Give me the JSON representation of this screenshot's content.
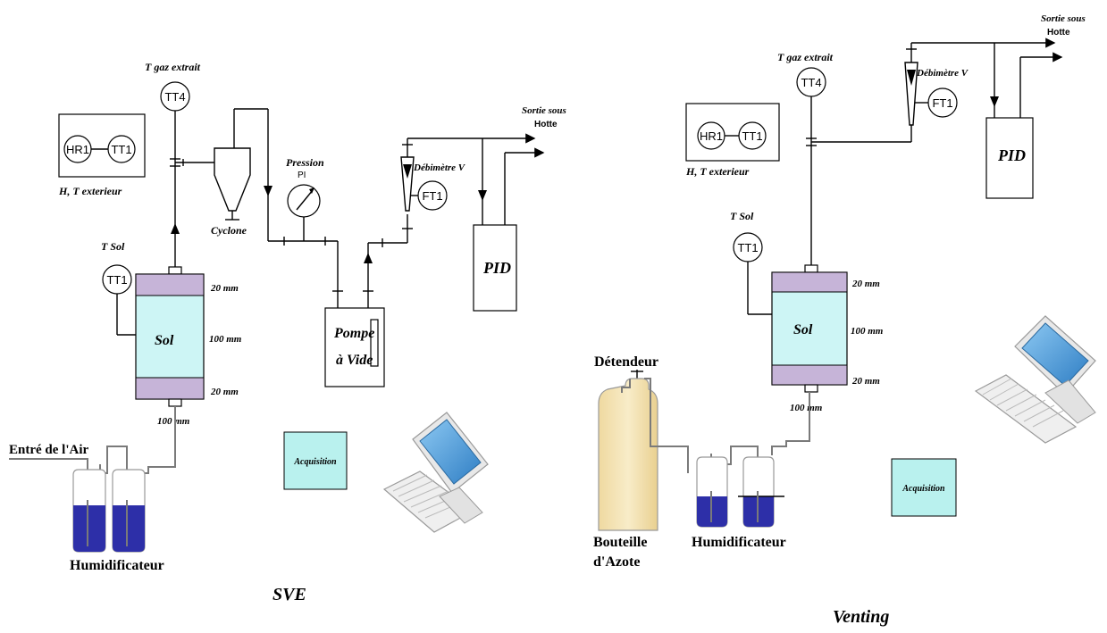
{
  "sve": {
    "caption": "SVE",
    "t_gaz_extrait": "T gaz extrait",
    "tt4": "TT4",
    "hr1": "HR1",
    "tt1": "TT1",
    "h_t_exterieur": "H, T exterieur",
    "cyclone": "Cyclone",
    "pression": "Pression",
    "pi": "PI",
    "debitmetre": "Débimètre V",
    "ft1": "FT1",
    "sortie_sous": "Sortie sous",
    "hotte": "Hotte",
    "pid": "PID",
    "t_sol": "T Sol",
    "tt1_sol": "TT1",
    "sol": "Sol",
    "dim_top": "20 mm",
    "dim_mid": "100 mm",
    "dim_bot": "20 mm",
    "dim_base": "100 mm",
    "pompe": "Pompe",
    "a_vide": "à Vide",
    "entree_air": "Entré de l'Air",
    "acquisition": "Acquisition",
    "humidificateur": "Humidificateur"
  },
  "venting": {
    "caption": "Venting",
    "sortie_sous": "Sortie sous",
    "hotte": "Hotte",
    "t_gaz_extrait": "T gaz extrait",
    "tt4": "TT4",
    "debitmetre": "Débimètre V",
    "ft1": "FT1",
    "hr1": "HR1",
    "tt1": "TT1",
    "h_t_exterieur": "H, T exterieur",
    "pid": "PID",
    "t_sol": "T Sol",
    "tt1_sol": "TT1",
    "sol": "Sol",
    "dim_top": "20 mm",
    "dim_mid": "100 mm",
    "dim_bot": "20 mm",
    "dim_base": "100 mm",
    "detendeur": "Détendeur",
    "bouteille": "Bouteille",
    "azote": "d'Azote",
    "humidificateur": "Humidificateur",
    "acquisition": "Acquisition"
  },
  "colors": {
    "column_fill": "#cdf5f5",
    "column_caps": "#c6b4d8",
    "water": "#2d2fa8",
    "acquisition_fill": "#b9f1ee",
    "bottle_fill": "#f5e6bc",
    "monitor_screen": "#4a9ad8"
  }
}
